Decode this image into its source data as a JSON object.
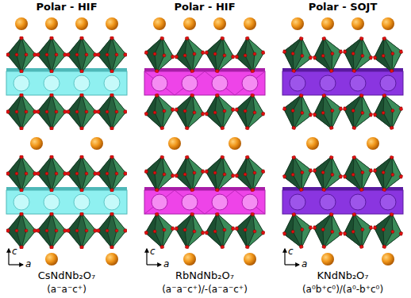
{
  "diagram": {
    "labels": [
      "Polar - HIF",
      "Polar - HIF",
      "Polar - SOJT",
      "c",
      "a",
      "c",
      "a",
      "c",
      "a",
      "CsNdNb₂O₇",
      "(a⁻a⁻c⁺)",
      "RbNdNb₂O₇",
      "(a⁻a⁻c⁺)/-(a⁻a⁻c⁺)",
      "KNdNb₂O₇",
      "(a⁰b⁺c⁰)/(a⁰-b⁺c⁰)"
    ]
  }
}
